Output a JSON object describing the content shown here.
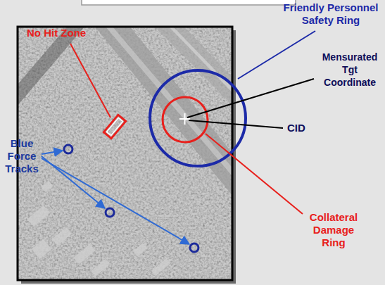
{
  "diagram": {
    "labels": [
      "No Hit Zone",
      "Friendly Personnel Safety Ring",
      "Mensurated Tgt Coordinate",
      "CID",
      "Blue Force Tracks",
      "Collateral Damage Ring"
    ]
  }
}
